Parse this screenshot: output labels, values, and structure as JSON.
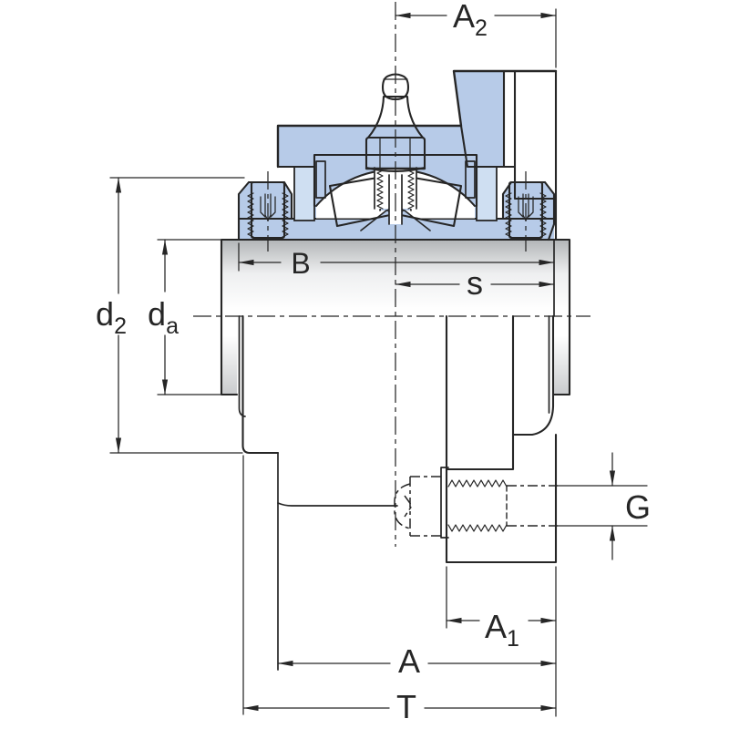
{
  "drawing": {
    "type": "technical-cross-section",
    "subject": "flanged roller bearing unit",
    "dimension_labels": {
      "A2": {
        "main": "A",
        "sub": "2"
      },
      "B": {
        "main": "B"
      },
      "s": {
        "main": "s"
      },
      "d2": {
        "main": "d",
        "sub": "2"
      },
      "da": {
        "main": "d",
        "sub": "a"
      },
      "G": {
        "main": "G"
      },
      "A1": {
        "main": "A",
        "sub": "1"
      },
      "A": {
        "main": "A"
      },
      "T": {
        "main": "T"
      }
    },
    "colors": {
      "housing": "#b7cbe8",
      "seal": "#cfdff2",
      "line": "#262626",
      "shaft_dark": "#b2b5b7",
      "shaft_mid": "#eeeff0",
      "shaft_light": "#ffffff",
      "shaft_low": "#c9cbcd",
      "background": "#ffffff"
    }
  }
}
